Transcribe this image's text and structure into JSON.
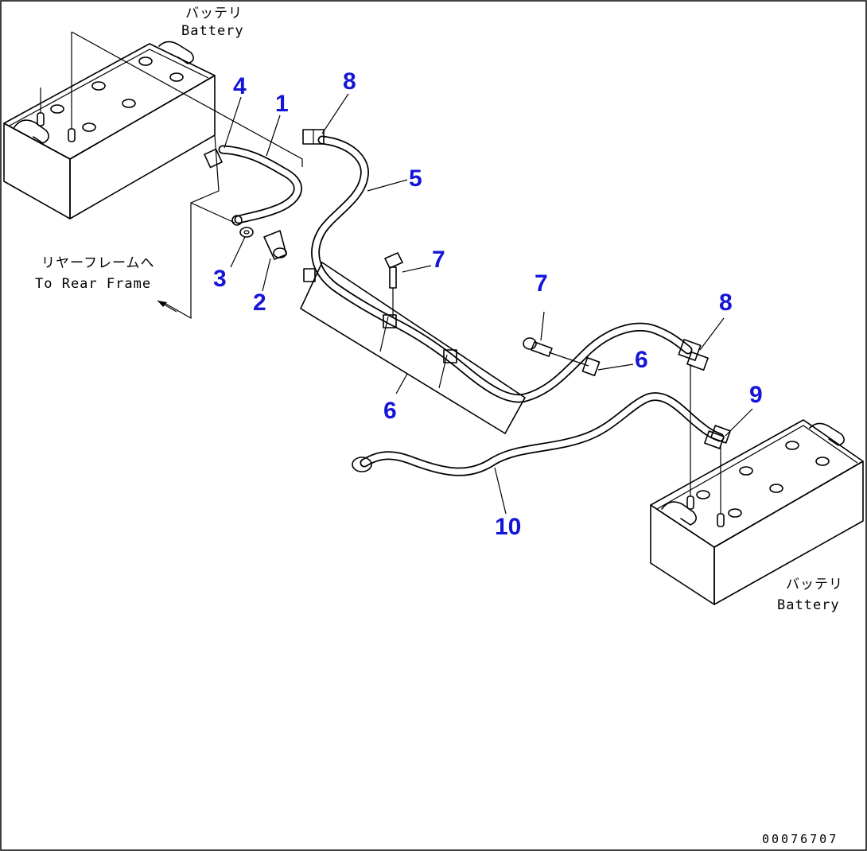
{
  "labels": {
    "battery_top_jp": "バッテリ",
    "battery_top_en": "Battery",
    "battery_bottom_jp": "バッテリ",
    "battery_bottom_en": "Battery",
    "rear_frame_jp": "リヤーフレームへ",
    "rear_frame_en": "To Rear Frame",
    "doc_number": "00076707"
  },
  "parts": [
    {
      "number": "1"
    },
    {
      "number": "2"
    },
    {
      "number": "3"
    },
    {
      "number": "4"
    },
    {
      "number": "5"
    },
    {
      "number": "6"
    },
    {
      "number": "6"
    },
    {
      "number": "7"
    },
    {
      "number": "7"
    },
    {
      "number": "8"
    },
    {
      "number": "8"
    },
    {
      "number": "9"
    },
    {
      "number": "10"
    }
  ],
  "colors": {
    "part_number": "#1515d8",
    "line": "#000000",
    "background": "#ffffff"
  }
}
